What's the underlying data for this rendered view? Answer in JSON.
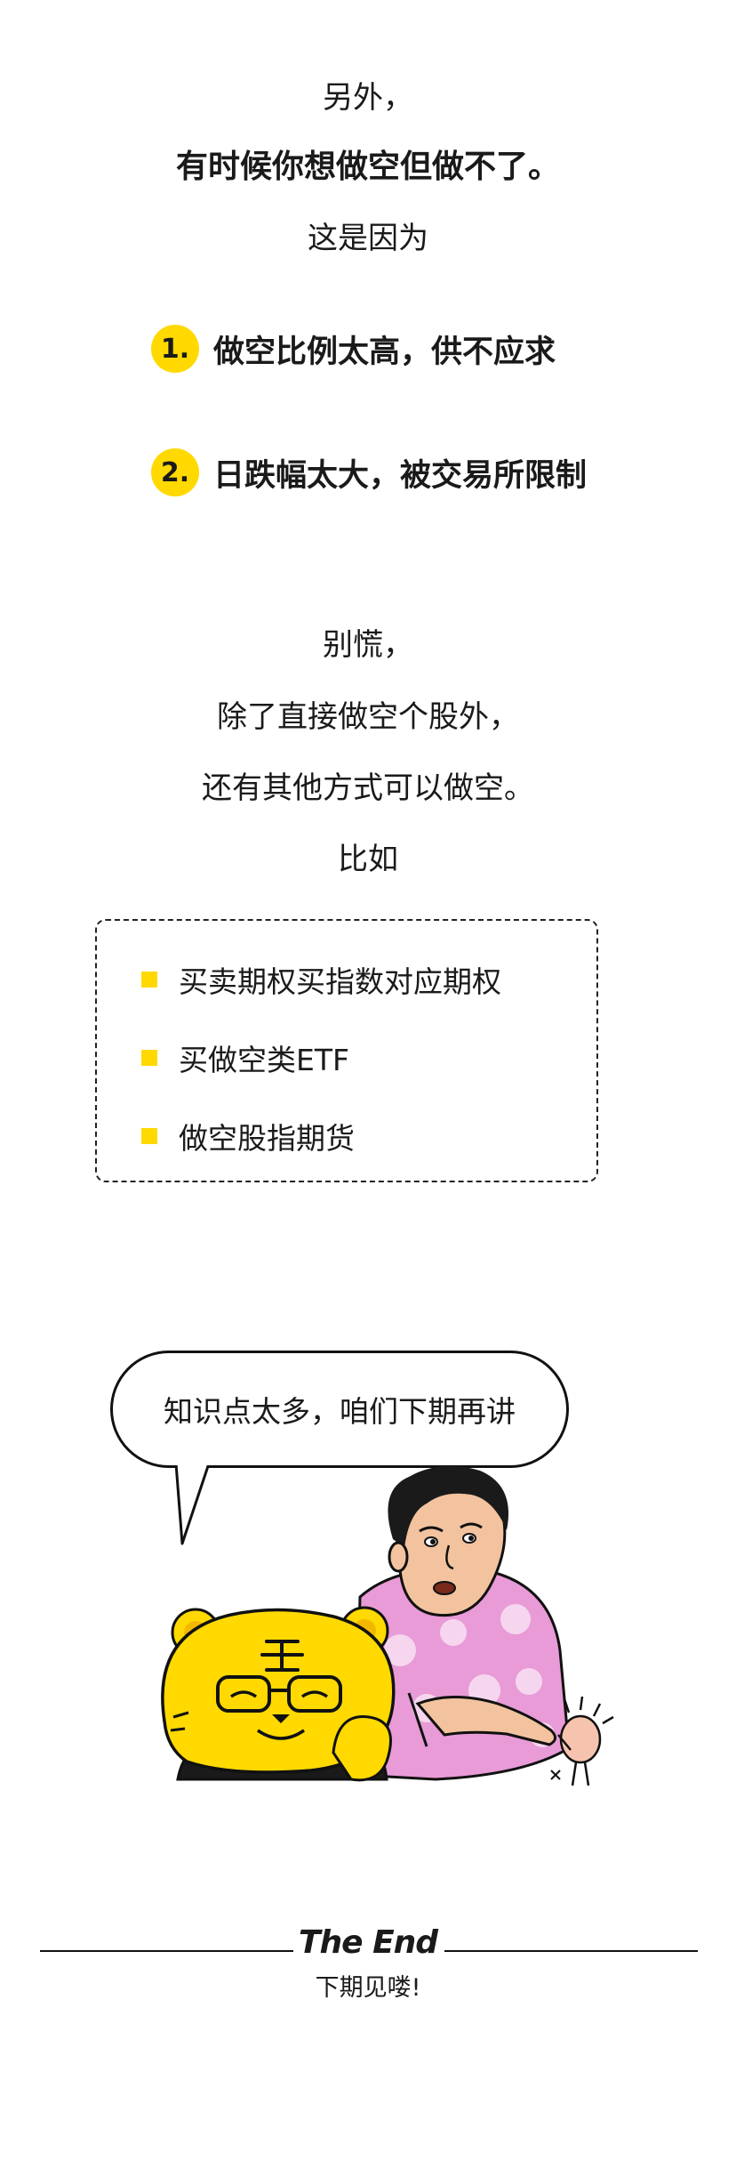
{
  "intro": {
    "line1": "另外，",
    "line2": "有时候你想做空但做不了。",
    "line3": "这是因为"
  },
  "reasons": [
    {
      "num": "1.",
      "text": "做空比例太高，供不应求"
    },
    {
      "num": "2.",
      "text": "日跌幅太大，被交易所限制"
    }
  ],
  "middle": {
    "line1": "别慌，",
    "line2": "除了直接做空个股外，",
    "line3": "还有其他方式可以做空。",
    "line4": "比如"
  },
  "methods": [
    {
      "text": "买卖期权买指数对应期权"
    },
    {
      "text": "买做空类ETF"
    },
    {
      "text": "做空股指期货"
    }
  ],
  "speech": {
    "text": "知识点太多，咱们下期再讲"
  },
  "footer": {
    "title": "The End",
    "subtitle": "下期见喽!"
  },
  "colors": {
    "accent": "#FFD900",
    "pink": "#E89BD6",
    "text": "#1a1a1a"
  },
  "illustration": {
    "icons": [
      "tiger-mascot-icon",
      "old-man-icon",
      "tiny-creature-icon"
    ]
  }
}
